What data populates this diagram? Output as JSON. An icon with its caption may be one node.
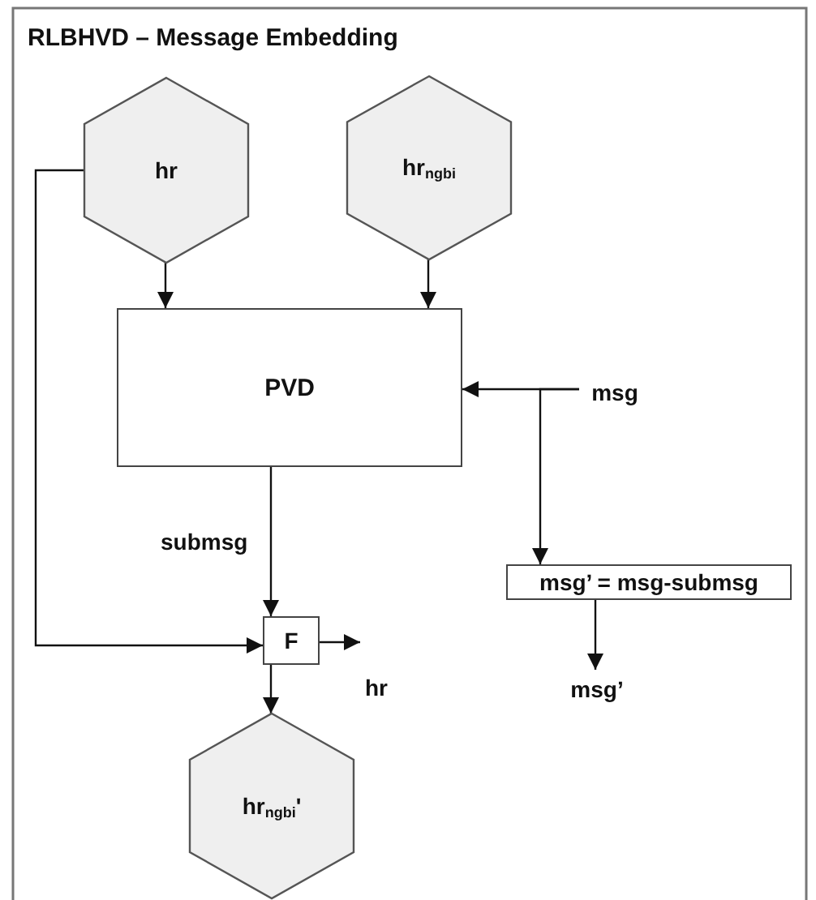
{
  "diagram": {
    "title": "RLBHVD – Message Embedding",
    "nodes": [
      {
        "text": [
          "hr"
        ]
      },
      {
        "text": [
          "hr$_{ngbi}$"
        ]
      },
      {
        "text": [
          "PVD"
        ]
      },
      {
        "text": [
          "msg"
        ]
      },
      {
        "text": [
          "msg’ = msg-submsg"
        ]
      },
      {
        "text": [
          "F"
        ]
      },
      {
        "text": [
          "hr"
        ]
      },
      {
        "text": [
          "msg’"
        ]
      },
      {
        "text": [
          "hr$_{ngbi}$'"
        ]
      }
    ],
    "edges": [
      {
        "from": 0,
        "to": 2,
        "arrow": "to"
      },
      {
        "from": 1,
        "to": 2,
        "arrow": "to"
      },
      {
        "from": 3,
        "to": 2,
        "arrow": "to"
      },
      {
        "from": 3,
        "to": 4,
        "arrow": "to"
      },
      {
        "from": 2,
        "to": 5,
        "arrow": "to",
        "label": "submsg"
      },
      {
        "from": 0,
        "to": 5,
        "arrow": "to"
      },
      {
        "from": 5,
        "to": 6,
        "arrow": "to"
      },
      {
        "from": 4,
        "to": 7,
        "arrow": "to"
      },
      {
        "from": 5,
        "to": 8,
        "arrow": "to"
      }
    ]
  }
}
